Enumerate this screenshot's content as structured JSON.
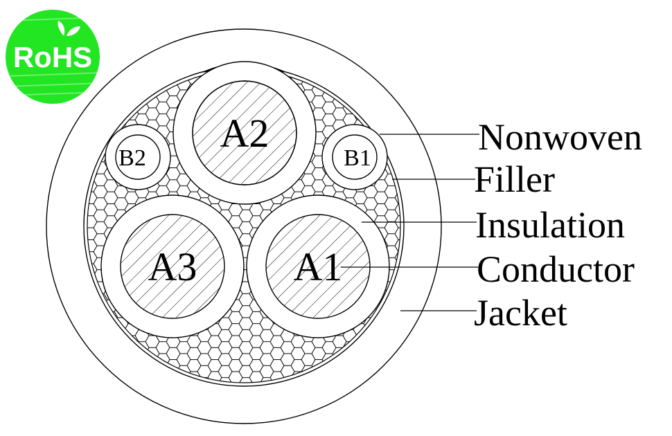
{
  "badge": {
    "text": "RoHS",
    "color": "#22e622",
    "icon": "leaf-icon"
  },
  "cores": {
    "a1": "A1",
    "a2": "A2",
    "a3": "A3",
    "b1": "B1",
    "b2": "B2"
  },
  "callouts": [
    "Nonwoven",
    "Filler",
    "Insulation",
    "Conductor",
    "Jacket"
  ],
  "colors": {
    "line": "#000000",
    "background": "#ffffff",
    "marker": "#000000"
  }
}
